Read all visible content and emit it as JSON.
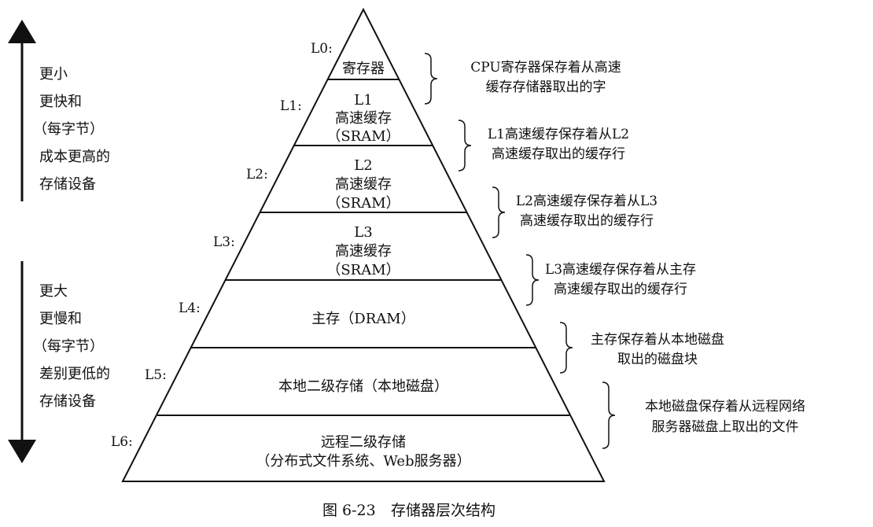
{
  "levels": [
    {
      "label": "L0:",
      "lines": [
        "寄存器"
      ],
      "desc": [
        "CPU寄存器保存着从高速",
        "缓存存储器取出的字"
      ]
    },
    {
      "label": "L1:",
      "lines": [
        "L1",
        "高速缓存",
        "（SRAM）"
      ],
      "desc": [
        "L1高速缓存保存着从L2",
        "高速缓存取出的缓存行"
      ]
    },
    {
      "label": "L2:",
      "lines": [
        "L2",
        "高速缓存",
        "（SRAM）"
      ],
      "desc": [
        "L2高速缓存保存着从L3",
        "高速缓存取出的缓存行"
      ]
    },
    {
      "label": "L3:",
      "lines": [
        "L3",
        "高速缓存",
        "（SRAM）"
      ],
      "desc": [
        "L3高速缓存保存着从主存",
        "高速缓存取出的缓存行"
      ]
    },
    {
      "label": "L4:",
      "lines": [
        "主存（DRAM）"
      ],
      "desc": [
        "主存保存着从本地磁盘",
        "取出的磁盘块"
      ]
    },
    {
      "label": "L5:",
      "lines": [
        "本地二级存储（本地磁盘）"
      ],
      "desc": [
        "本地磁盘保存着从远程网络",
        "服务器磁盘上取出的文件"
      ]
    },
    {
      "label": "L6:",
      "lines": [
        "远程二级存储",
        "（分布式文件系统、Web服务器）"
      ],
      "desc": []
    }
  ],
  "left_top": [
    "更小",
    "更快和",
    "（每字节）",
    "成本更高的",
    "存储设备"
  ],
  "left_bottom": [
    "更大",
    "更慢和",
    "（每字节）",
    "差别更低的",
    "存储设备"
  ],
  "caption": {
    "number": "图 6-23",
    "title": "存储器层次结构"
  }
}
